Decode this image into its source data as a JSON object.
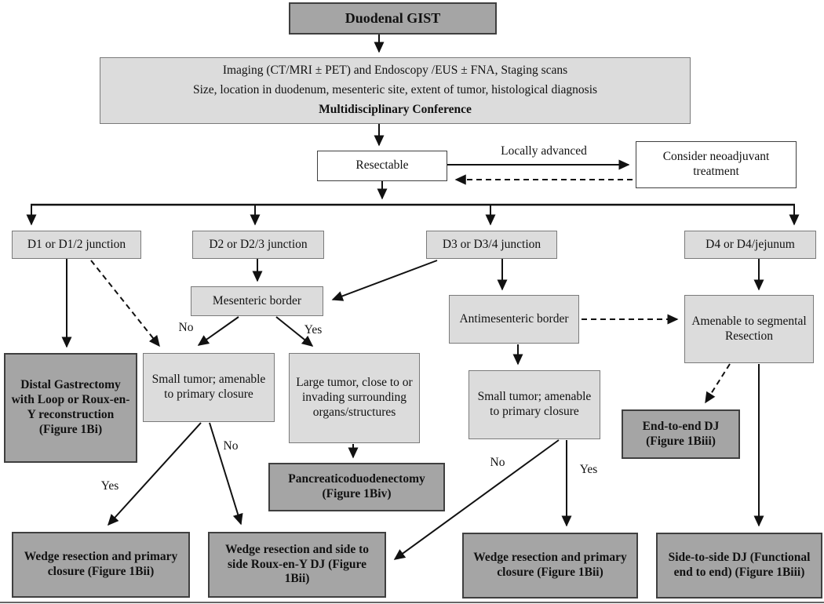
{
  "figure": {
    "nodes": {
      "root": "Duodenal GIST",
      "workup_line1": "Imaging (CT/MRI ± PET) and Endoscopy /EUS ± FNA, Staging scans",
      "workup_line2": "Size, location in duodenum, mesenteric site, extent of tumor, histological diagnosis",
      "workup_line3": "Multidisciplinary Conference",
      "resectable": "Resectable",
      "neoadjuvant": "Consider neoadjuvant treatment",
      "d1": "D1 or D1/2 junction",
      "d2": "D2 or D2/3 junction",
      "d3": "D3 or D3/4 junction",
      "d4": "D4 or D4/jejunum",
      "mesenteric": "Mesenteric border",
      "antimesenteric": "Antimesenteric border",
      "amenable_segmental": "Amenable to segmental Resection",
      "distal_gastrectomy": "Distal Gastrectomy with Loop or Roux-en-Y reconstruction (Figure 1Bi)",
      "small_tumor_left": "Small tumor; amenable to primary closure",
      "large_tumor": "Large tumor, close to or invading surrounding organs/structures",
      "small_tumor_right": "Small tumor; amenable to primary closure",
      "end_to_end_dj": "End-to-end DJ (Figure 1Biii)",
      "pancreaticoduodenectomy": "Pancreaticoduodenectomy (Figure 1Biv)",
      "wedge_primary_left": "Wedge resection and primary closure (Figure 1Bii)",
      "wedge_side_to_side": "Wedge resection and side to side Roux-en-Y  DJ (Figure 1Bii)",
      "wedge_primary_right": "Wedge resection and primary closure (Figure 1Bii)",
      "side_to_side_dj": "Side-to-side DJ (Functional end to end) (Figure 1Biii)"
    },
    "edge_labels": {
      "locally_advanced": "Locally advanced",
      "mesenteric_no": "No",
      "mesenteric_yes": "Yes",
      "small_left_yes": "Yes",
      "small_left_no": "No",
      "small_right_no": "No",
      "small_right_yes": "Yes"
    },
    "colors": {
      "dark_fill": "#a5a5a5",
      "light_fill": "#dcdcdc",
      "white_fill": "#ffffff",
      "line": "#111111"
    }
  }
}
